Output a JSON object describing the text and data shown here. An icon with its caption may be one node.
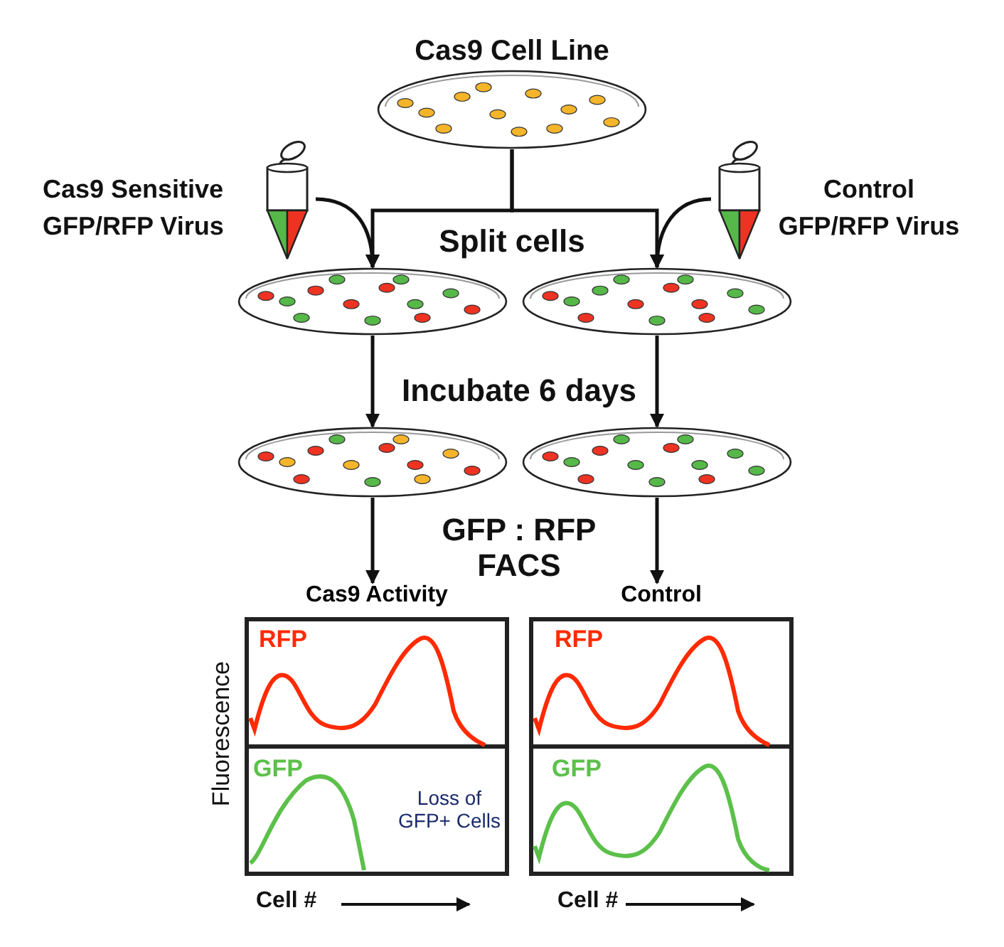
{
  "diagram": {
    "nodes": [
      {
        "text": [
          "Cas9 Cell Line"
        ]
      },
      {
        "text": [
          "Cas9 Sensitive GFP/RFP Virus"
        ]
      },
      {
        "text": [
          "Control GFP/RFP Virus"
        ]
      },
      {
        "text": [],
        "shape": "picture"
      },
      {
        "text": [],
        "shape": "picture"
      },
      {
        "text": [],
        "shape": "picture"
      },
      {
        "text": [],
        "shape": "picture"
      },
      {
        "text": [
          "Cas9 Activity"
        ]
      },
      {
        "text": [
          "Control"
        ]
      }
    ],
    "edges": [
      {
        "from": 0,
        "to": 3,
        "arrow": "to"
      },
      {
        "from": 0,
        "to": 4,
        "arrow": "to"
      },
      {
        "from": 1,
        "to": 3,
        "arrow": "to"
      },
      {
        "from": 2,
        "to": 4,
        "arrow": "to"
      },
      {
        "from": 3,
        "to": 5,
        "arrow": "to"
      },
      {
        "from": 4,
        "to": 6,
        "arrow": "to"
      },
      {
        "from": 5,
        "to": 7,
        "arrow": "to"
      },
      {
        "from": 6,
        "to": 8,
        "arrow": "to"
      }
    ],
    "labels": [
      "Split cells",
      "Incubate 6 days",
      "GFP : RFP FACS",
      "Fluorescence",
      "RFP",
      "GFP",
      "Loss of GFP+ Cells",
      "Cell #",
      "RFP",
      "GFP",
      "Cell #"
    ]
  }
}
